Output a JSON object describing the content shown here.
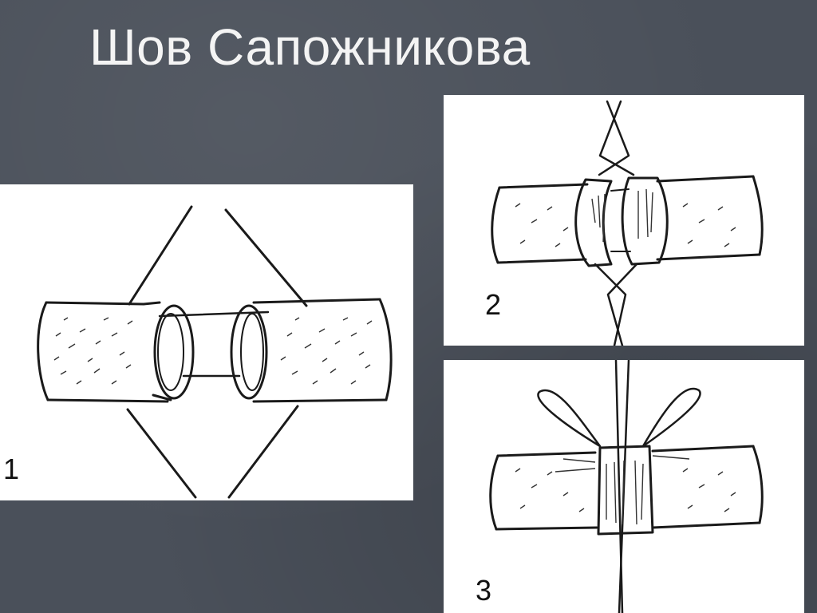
{
  "slide": {
    "title": "Шов Сапожникова"
  },
  "figures": [
    {
      "id": "fig-1",
      "label": "1",
      "description_icon": "tendon-ends-with-stitch-loops-illustration"
    },
    {
      "id": "fig-2",
      "label": "2",
      "description_icon": "tendon-ends-gathered-illustration"
    },
    {
      "id": "fig-3",
      "label": "3",
      "description_icon": "tendon-suture-tied-illustration"
    }
  ],
  "colors": {
    "background": "#4a505a",
    "title": "#f4f4f4",
    "panel": "#ffffff",
    "ink": "#1a1a1a"
  }
}
